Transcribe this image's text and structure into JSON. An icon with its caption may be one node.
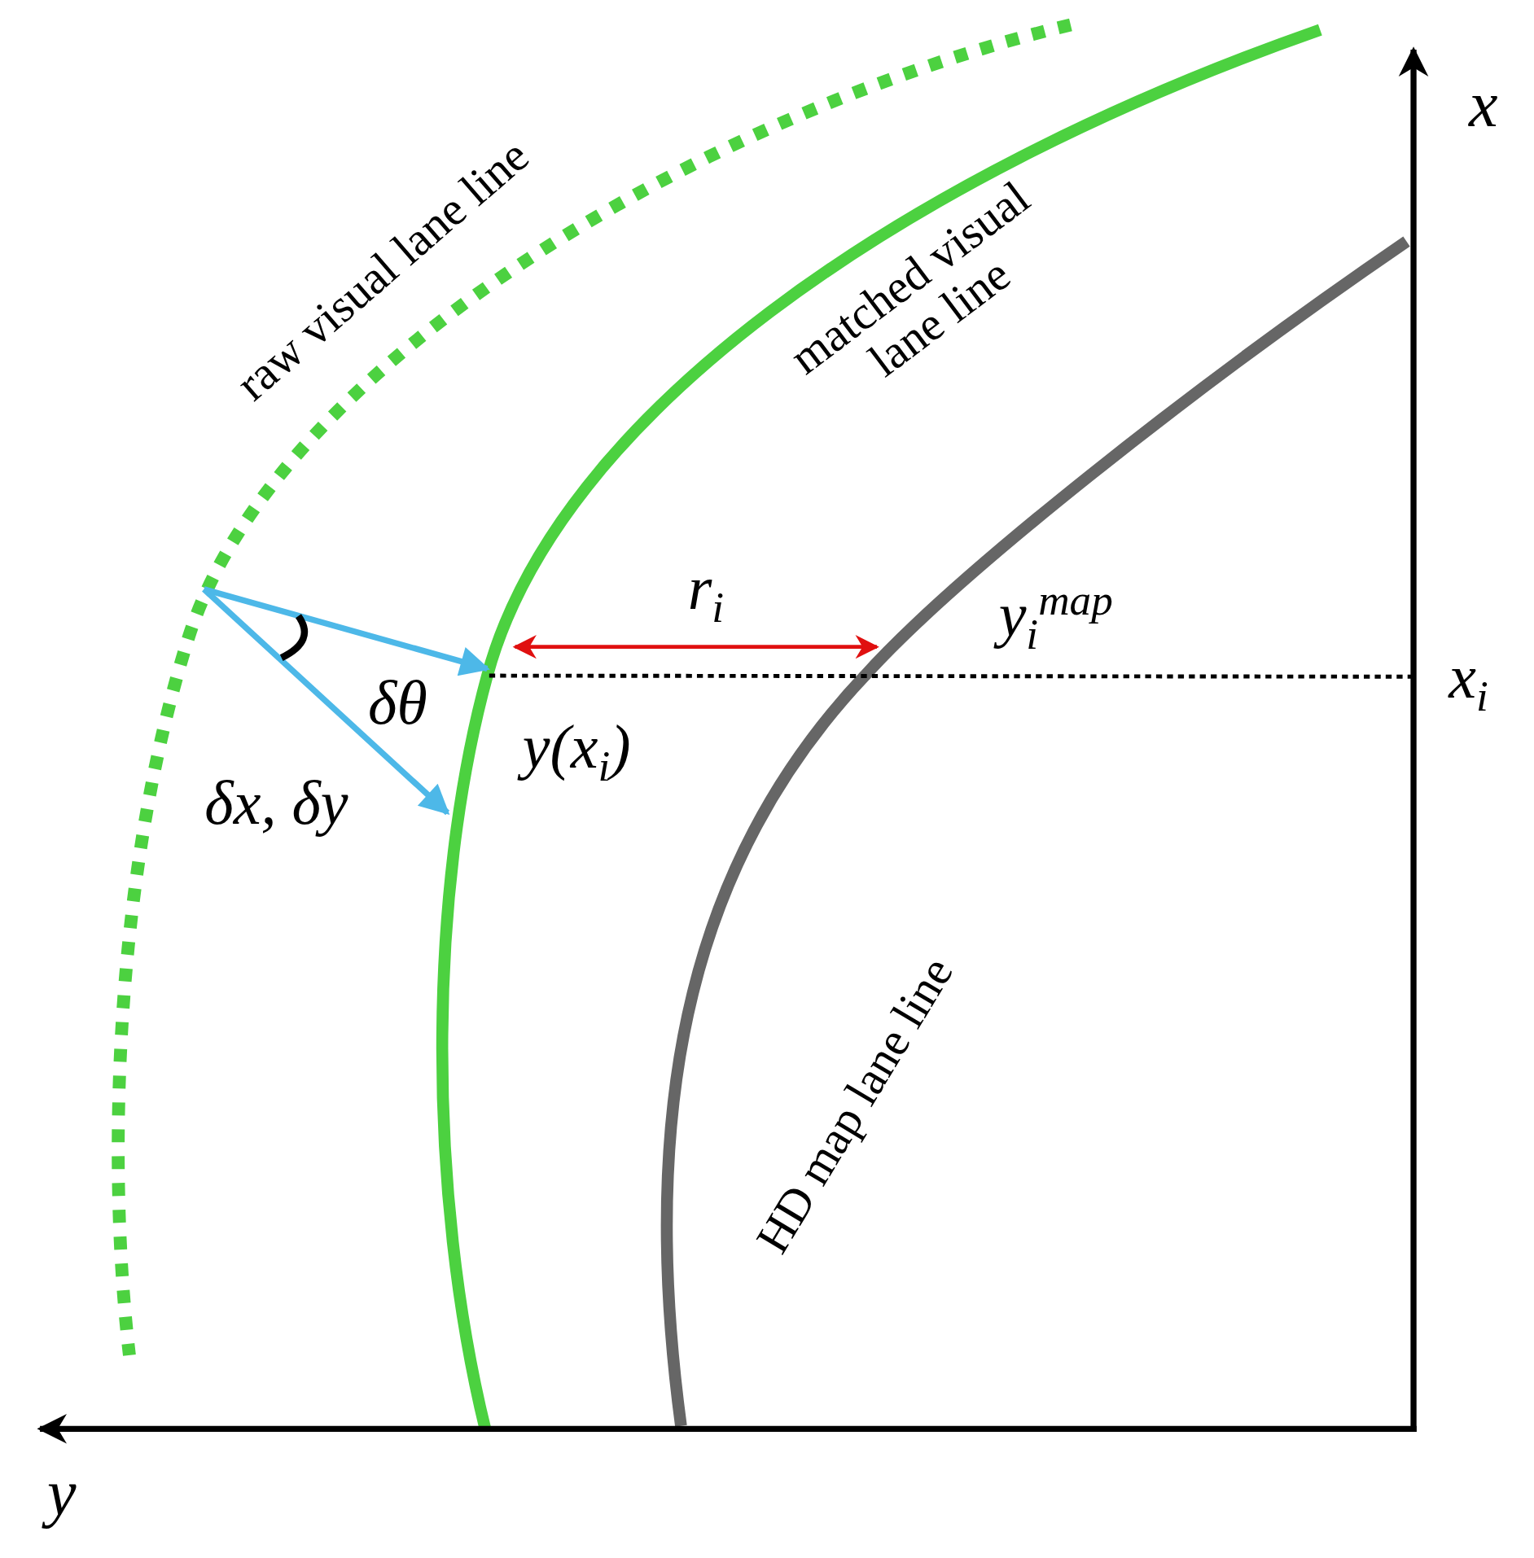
{
  "diagram": {
    "labels": [
      "x",
      "raw visual lane line",
      "matched visual lane line",
      "r$_{i}$",
      "y$_{i}$$^{map}$",
      "x$_{i}$",
      "δθ",
      "y(x$_{i}$)",
      "δx, δy",
      "HD map lane line",
      "y"
    ]
  }
}
